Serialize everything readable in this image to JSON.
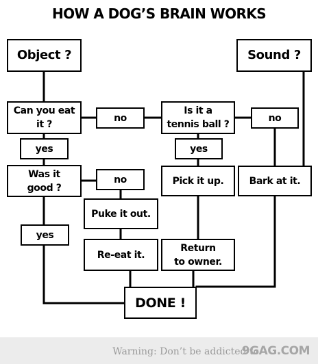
{
  "title": "HOW A DOG’S BRAIN WORKS",
  "nodes": {
    "object": "Object ?",
    "sound": "Sound ?",
    "can_eat": "Can you eat\nit ?",
    "no_eat": "no",
    "tennis": "Is it a\ntennis ball ?",
    "no_tennis": "no",
    "yes_eat": "yes",
    "yes_tennis": "yes",
    "was_good": "Was it\ngood ?",
    "no_good": "no",
    "pick_up": "Pick it up.",
    "bark": "Bark at it.",
    "puke": "Puke it out.",
    "yes_good": "yes",
    "reeat": "Re-eat it.",
    "return_owner": "Return\nto owner.",
    "done": "DONE !"
  },
  "footer": {
    "warning": "Warning: Don’t be addicted to",
    "brand": "9GAG.COM"
  }
}
